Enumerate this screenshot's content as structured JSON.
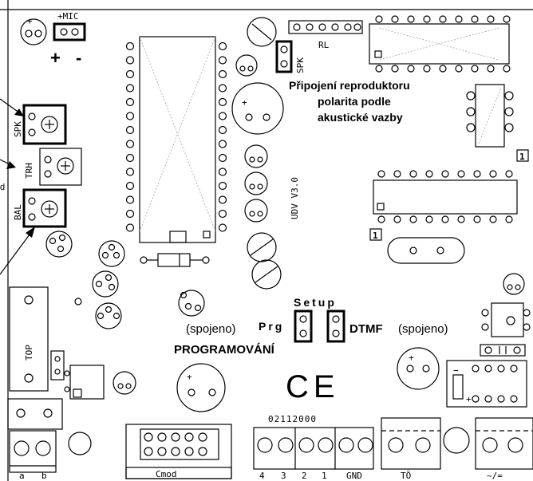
{
  "labels": {
    "mic": "+MIC",
    "plus": "+",
    "minus": "-",
    "spk_jumper": "SPK",
    "rl": "RL",
    "speaker_note_1": "Připojení reproduktoru",
    "speaker_note_2": "polarita podle",
    "speaker_note_3": "akustické vazby",
    "version": "UDV V3.0",
    "pot_spk": "SPK",
    "pot_trh": "TRH",
    "pot_bal": "BAL",
    "left_partial": "d",
    "pin1_a": "1",
    "pin1_b": "1",
    "setup": "Setup",
    "spojeno_left": "(spojeno)",
    "prg": "Prg",
    "dtmf": "DTMF",
    "spojeno_right": "(spojeno)",
    "programovani": "PROGRAMOVÁNÍ",
    "top": "TOP",
    "ce": "CE",
    "date_code": "02112000",
    "cmod": "Cmod",
    "conn_a": "a",
    "conn_b": "b",
    "term_4": "4",
    "term_3": "3",
    "term_2": "2",
    "term_1": "1",
    "term_gnd": "GND",
    "term_to": "TÖ",
    "term_ac": "~/="
  }
}
